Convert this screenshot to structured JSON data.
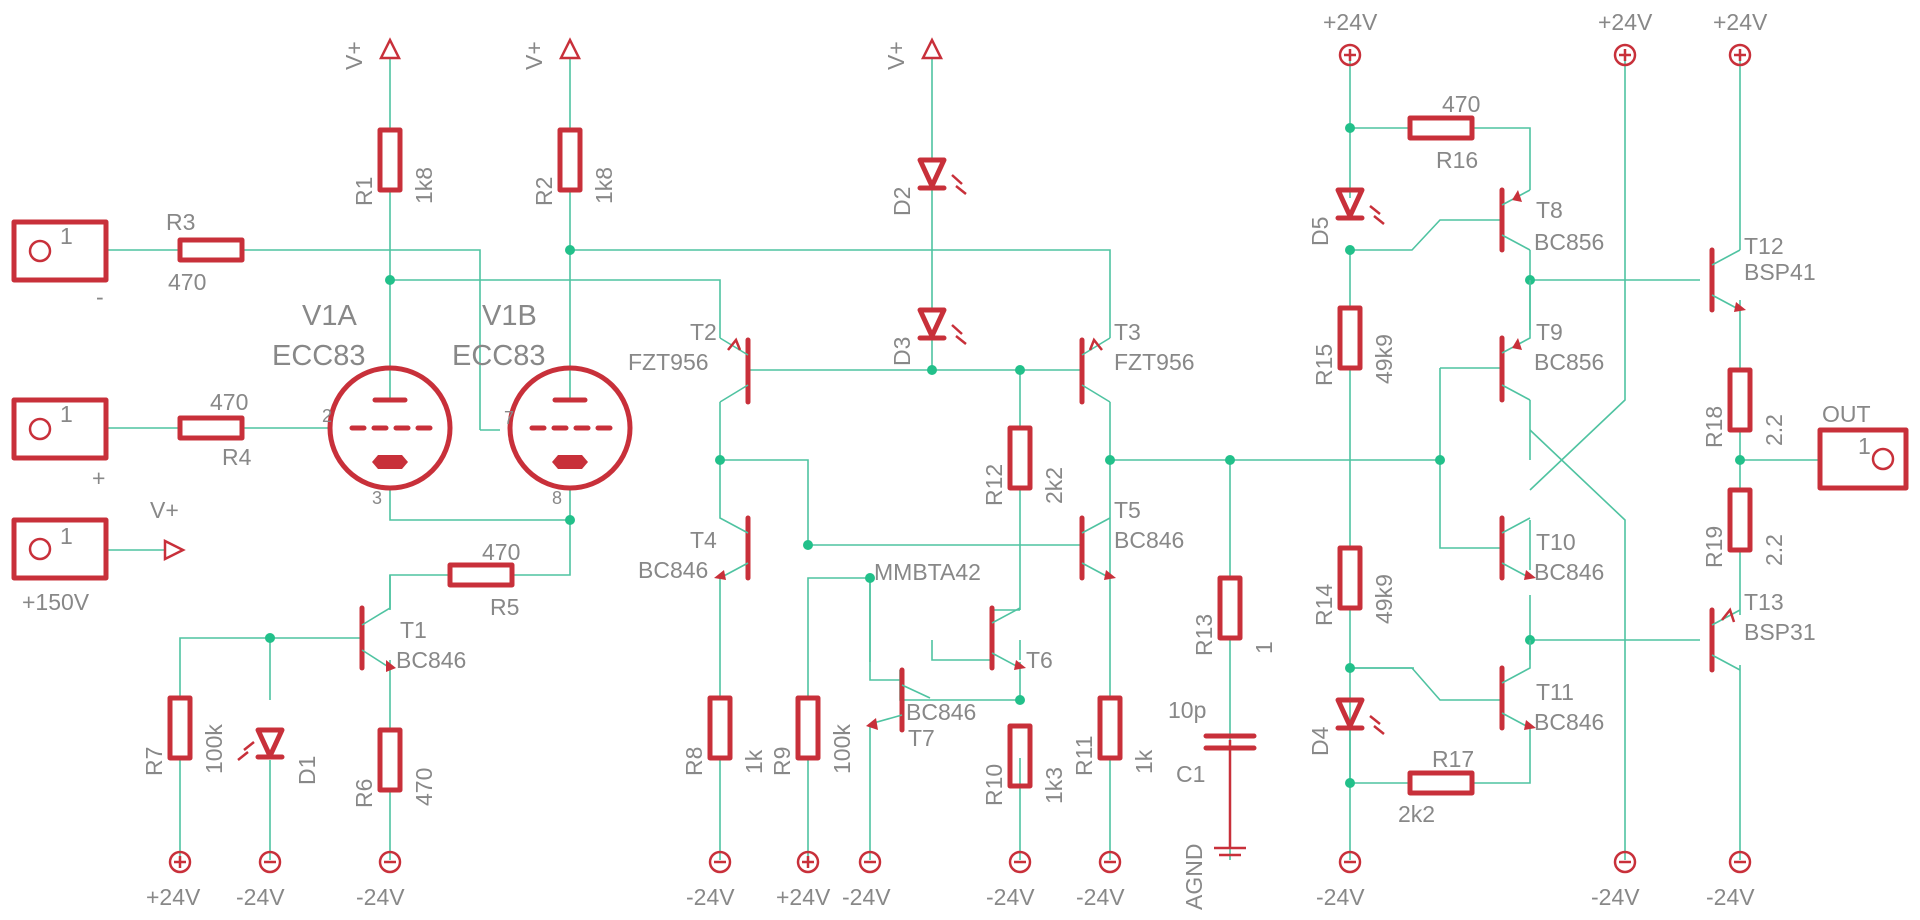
{
  "tubes": [
    {
      "ref": "V1A",
      "value": "ECC83",
      "pins": [
        "2",
        "3",
        ""
      ]
    },
    {
      "ref": "V1B",
      "value": "ECC83",
      "pins": [
        "7",
        "8",
        ""
      ]
    }
  ],
  "connectors": [
    {
      "pin": "1",
      "label": "-"
    },
    {
      "pin": "1",
      "label": "+"
    },
    {
      "pin": "1",
      "label": "+150V"
    },
    {
      "pin": "1",
      "label": "OUT"
    }
  ],
  "resistors": [
    {
      "ref": "R1",
      "value": "1k8"
    },
    {
      "ref": "R2",
      "value": "1k8"
    },
    {
      "ref": "R3",
      "value": "470"
    },
    {
      "ref": "R4",
      "value": "470"
    },
    {
      "ref": "R5",
      "value": "470"
    },
    {
      "ref": "R6",
      "value": "470"
    },
    {
      "ref": "R7",
      "value": "100k"
    },
    {
      "ref": "R8",
      "value": "1k"
    },
    {
      "ref": "R9",
      "value": "100k"
    },
    {
      "ref": "R10",
      "value": "1k3"
    },
    {
      "ref": "R11",
      "value": "1k"
    },
    {
      "ref": "R12",
      "value": "2k2"
    },
    {
      "ref": "R13",
      "value": "1"
    },
    {
      "ref": "R14",
      "value": "49k9"
    },
    {
      "ref": "R15",
      "value": "49k9"
    },
    {
      "ref": "R16",
      "value": "470"
    },
    {
      "ref": "R17",
      "value": "2k2"
    },
    {
      "ref": "R18",
      "value": "2.2"
    },
    {
      "ref": "R19",
      "value": "2.2"
    }
  ],
  "transistors": [
    {
      "ref": "T1",
      "value": "BC846"
    },
    {
      "ref": "T2",
      "value": "FZT956"
    },
    {
      "ref": "T3",
      "value": "FZT956"
    },
    {
      "ref": "T4",
      "value": "BC846"
    },
    {
      "ref": "T5",
      "value": "BC846"
    },
    {
      "ref": "T6",
      "value": "MMBTA42"
    },
    {
      "ref": "T7",
      "value": "BC846"
    },
    {
      "ref": "T8",
      "value": "BC856"
    },
    {
      "ref": "T9",
      "value": "BC856"
    },
    {
      "ref": "T10",
      "value": "BC846"
    },
    {
      "ref": "T11",
      "value": "BC846"
    },
    {
      "ref": "T12",
      "value": "BSP41"
    },
    {
      "ref": "T13",
      "value": "BSP31"
    }
  ],
  "diodes": [
    "D1",
    "D2",
    "D3",
    "D4",
    "D5"
  ],
  "capacitor": {
    "ref": "C1",
    "value": "10p"
  },
  "supplies": {
    "vplus": "V+",
    "p24": "+24V",
    "m24": "-24V",
    "agnd": "AGND"
  },
  "colors": {
    "part": "#c8303a",
    "wire": "#4fc3a1",
    "junction": "#22c08a",
    "text": "#888888"
  }
}
